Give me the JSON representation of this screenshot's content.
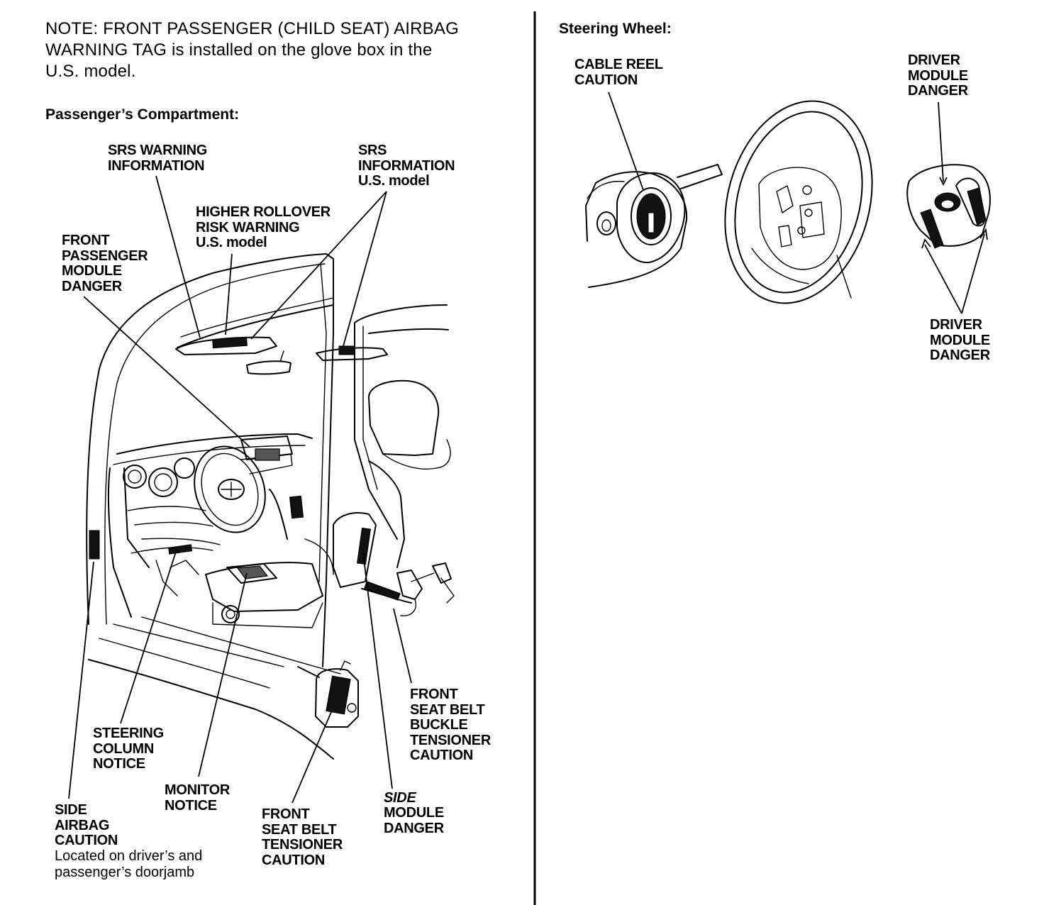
{
  "note": {
    "text": "NOTE: FRONT PASSENGER (CHILD SEAT) AIRBAG\nWARNING TAG is installed on the glove box in the\nU.S. model."
  },
  "sections": {
    "passenger_heading": "Passenger’s Compartment:",
    "steering_heading": "Steering Wheel:"
  },
  "labels": {
    "srs_warning_information": "SRS WARNING\nINFORMATION",
    "srs_information": "SRS\nINFORMATION\nU.S. model",
    "higher_rollover": "HIGHER ROLLOVER\nRISK WARNING\nU.S. model",
    "front_passenger_module": "FRONT\nPASSENGER\nMODULE\nDANGER",
    "steering_column_notice": "STEERING\nCOLUMN\nNOTICE",
    "monitor_notice": "MONITOR\nNOTICE",
    "side_airbag_caution": "SIDE\nAIRBAG\nCAUTION",
    "side_airbag_location": "Located on driver’s and\npassenger’s doorjamb",
    "front_seat_belt_tensioner": "FRONT\nSEAT BELT\nTENSIONER\nCAUTION",
    "side_module_danger_prefix": "SIDE",
    "side_module_danger_rest": "MODULE\nDANGER",
    "front_seat_belt_buckle": "FRONT\nSEAT BELT\nBUCKLE\nTENSIONER\nCAUTION",
    "cable_reel_caution": "CABLE REEL\nCAUTION",
    "driver_module_danger_top": "DRIVER\nMODULE\nDANGER",
    "driver_module_danger_bottom": "DRIVER\nMODULE\nDANGER"
  }
}
